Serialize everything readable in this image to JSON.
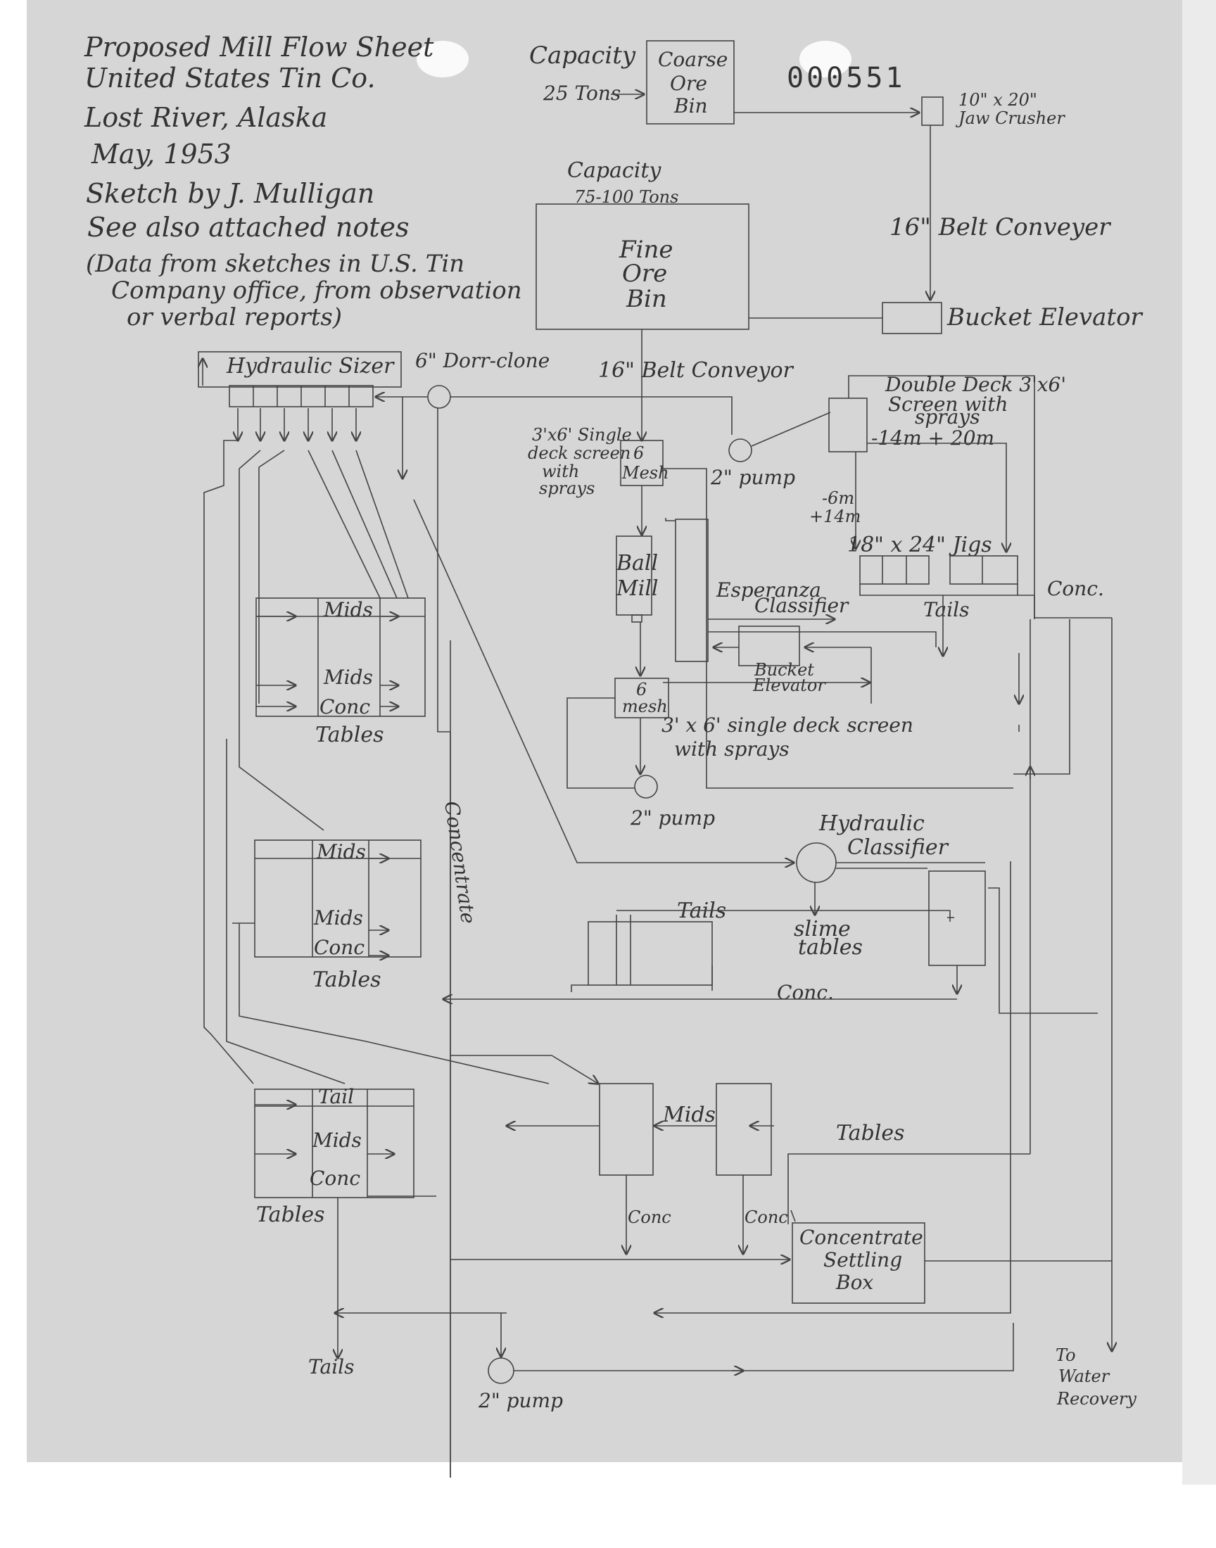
{
  "header": {
    "lines": [
      "Proposed Mill Flow Sheet",
      "United States Tin Co.",
      "Lost River, Alaska",
      "May, 1953",
      "Sketch by J. Mulligan",
      "See also attached notes",
      "(Data from sketches in U.S. Tin",
      "Company office, from observation",
      "or verbal reports)"
    ]
  },
  "doc_number": "000551",
  "labels": {
    "capacity_coarse": "Capacity",
    "tons_coarse": "25 Tons",
    "coarse_bin": [
      "Coarse",
      "Ore",
      "Bin"
    ],
    "jaw_crusher": [
      "10\" x 20\"",
      "Jaw Crusher"
    ],
    "capacity_fine": "Capacity",
    "tons_fine": "75-100 Tons",
    "fine_bin": [
      "Fine",
      "Ore",
      "Bin"
    ],
    "belt_conveyer_16": "16\" Belt Conveyer",
    "bucket_elevator_top": "Bucket Elevator",
    "hydraulic_sizer": "Hydraulic Sizer",
    "dorrclone": "6\" Dorr-clone",
    "belt_conveyor_16": "16\" Belt Conveyor",
    "double_deck": [
      "Double Deck 3'x6'",
      "Screen with",
      "sprays"
    ],
    "size_14_20": "-14m + 20m",
    "single_deck_top": [
      "3'x6' Single",
      "deck screen",
      "with",
      "sprays"
    ],
    "six_mesh_top": [
      "6",
      "Mesh"
    ],
    "pump_2_top": "2\" pump",
    "size_6_14": [
      "-6m",
      "+14m"
    ],
    "jigs": "18\" x 24\" Jigs",
    "ball_mill": [
      "Ball",
      "Mill"
    ],
    "esperanza": [
      "Esperanza",
      "Classifier"
    ],
    "conc_right": "Conc.",
    "tails_jig": "Tails",
    "bucket_elevator_mid": [
      "Bucket",
      "Elevator"
    ],
    "six_mesh_bottom": [
      "6",
      "mesh"
    ],
    "single_deck_bottom": [
      "3' x 6' single deck screen",
      "with sprays"
    ],
    "pump_2_mid": "2\" pump",
    "mids": "Mids",
    "conc": "Conc",
    "tables": "Tables",
    "concentrate": "Concentrate",
    "hydraulic_classifier": [
      "Hydraulic",
      "Classifier"
    ],
    "tails": "Tails",
    "slime_tables": [
      "slime",
      "tables"
    ],
    "conc_dot": "Conc.",
    "tail": "Tail",
    "tables_right": "Tables",
    "settling_box": [
      "Concentrate",
      "Settling",
      "Box"
    ],
    "tails_bottom": "Tails",
    "pump_2_bottom": "2\" pump",
    "water_recovery": [
      "To",
      "Water",
      "Recovery"
    ]
  }
}
